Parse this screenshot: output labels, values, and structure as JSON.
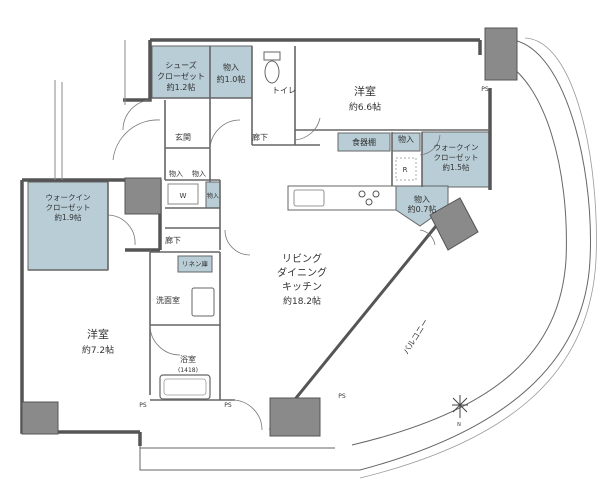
{
  "colors": {
    "storage_fill": "#b8cdd6",
    "wall": "#555555",
    "pillar": "#8a8a8a",
    "background": "#ffffff"
  },
  "rooms": {
    "shoes_closet": {
      "name_line1": "シューズ",
      "name_line2": "クローゼット",
      "size": "約1.2帖"
    },
    "storage_top": {
      "name": "物入",
      "size": "約1.0帖"
    },
    "toilet": {
      "name": "トイレ"
    },
    "western_room_1": {
      "name": "洋室",
      "size": "約6.6帖"
    },
    "entrance": {
      "name": "玄関"
    },
    "hall_top": {
      "name": "廊下"
    },
    "pantry": {
      "name": "食器棚"
    },
    "storage_kitchen": {
      "name": "物入"
    },
    "walk_in_closet_right": {
      "name_line1": "ウォークイン",
      "name_line2": "クローゼット",
      "size": "約1.5帖"
    },
    "fridge_mark": {
      "name": "R"
    },
    "storage_small_1": {
      "name": "物入"
    },
    "storage_small_2": {
      "name": "物入"
    },
    "washer_mark": {
      "name": "W"
    },
    "storage_small_3": {
      "name": "物入"
    },
    "storage_kitchen_2": {
      "name": "物入",
      "size": "約0.7帖"
    },
    "walk_in_closet_left": {
      "name_line1": "ウォークイン",
      "name_line2": "クローゼット",
      "size": "約1.9帖"
    },
    "hall_mid": {
      "name": "廊下"
    },
    "linen": {
      "name": "リネン庫"
    },
    "ldk": {
      "name_line1": "リビング",
      "name_line2": "ダイニング",
      "name_line3": "キッチン",
      "size": "約18.2帖"
    },
    "washroom": {
      "name": "洗面室"
    },
    "western_room_2": {
      "name": "洋室",
      "size": "約7.2帖"
    },
    "bathroom": {
      "name": "浴室",
      "size": "(1418)"
    },
    "balcony": {
      "name": "バルコニー"
    }
  },
  "marks": {
    "ps_top_right": "PS",
    "ps_bottom_left": "PS",
    "ps_bottom_mid": "PS",
    "ps_bottom_right": "PS",
    "north": "N"
  }
}
